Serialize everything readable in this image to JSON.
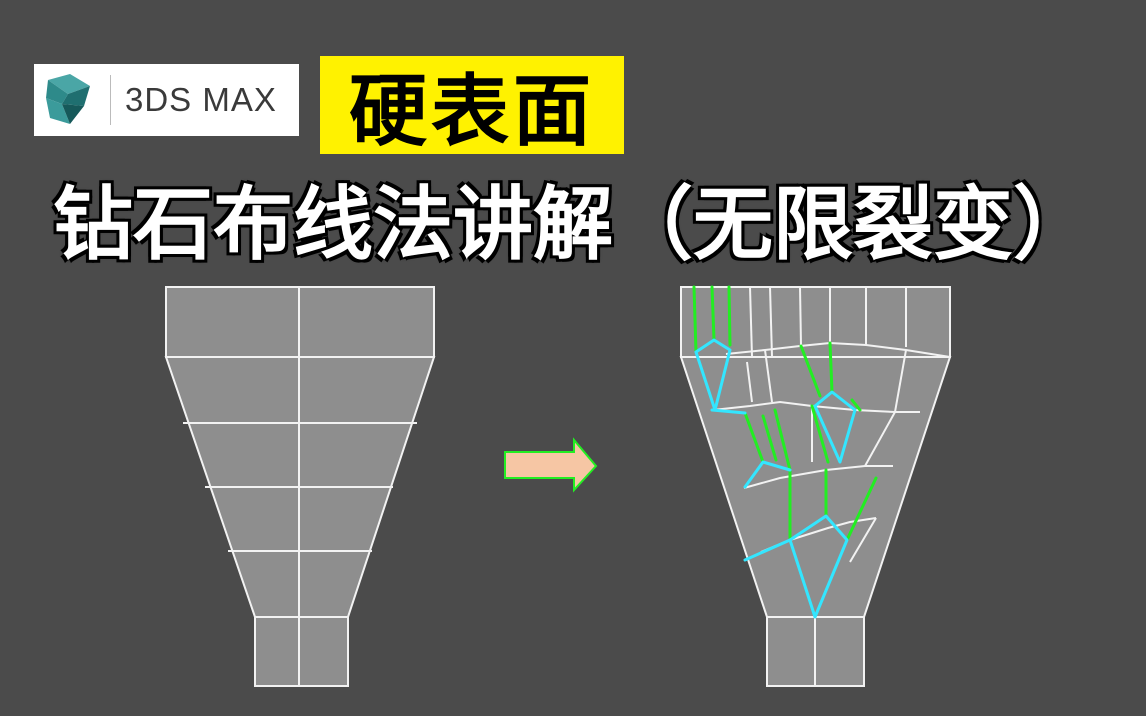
{
  "logo": {
    "text": "3DS MAX",
    "icon": "3ds-max-logo-icon"
  },
  "title": "硬表面",
  "subtitle": "钻石布线法讲解（无限裂变）",
  "colors": {
    "background": "#4b4b4b",
    "title_bg": "#fff200",
    "mesh_fill": "#8e8e8e",
    "mesh_edge": "#f2f2f2",
    "green_edge": "#22ee22",
    "cyan_edge": "#33e6ff",
    "arrow_fill": "#f6c6a4"
  }
}
